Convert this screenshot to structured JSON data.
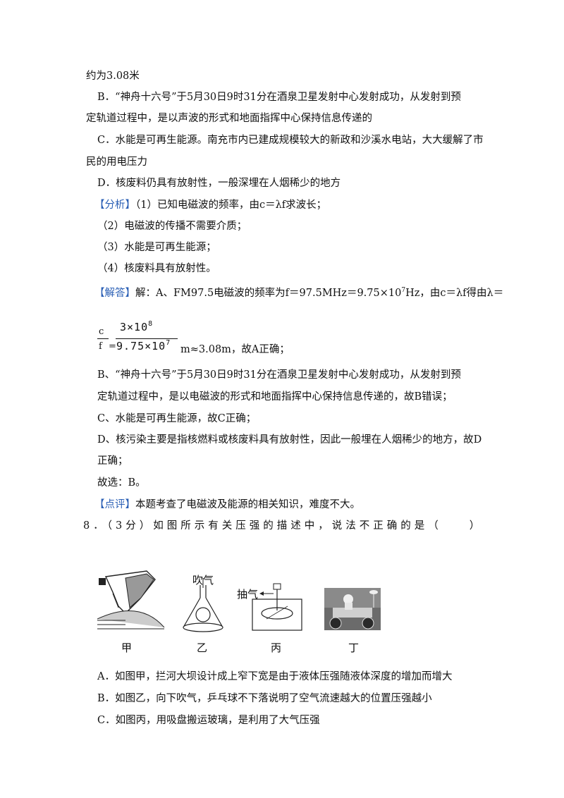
{
  "lines": {
    "l1": "约为3.08米",
    "l2": "B．“神舟十六号”于5月30日9时31分在酒泉卫星发射中心发射成功，从发射到预",
    "l3": "定轨道过程中，是以声波的形式和地面指挥中心保持信息传递的",
    "l4": "C．水能是可再生能源。南充市内已建成规模较大的新政和沙溪水电站，大大缓解了市",
    "l5": "民的用电压力",
    "l6": "D．核废料仍具有放射性，一般深埋在人烟稀少的地方",
    "analysis_tag": "【分析】",
    "l7": "（1）已知电磁波的频率，由c＝λf求波长；",
    "l8": "（2）电磁波的传播不需要介质；",
    "l9": "（3）水能是可再生能源；",
    "l10": "（4）核废料具有放射性。",
    "answer_tag": "【解答】",
    "l11_a": "解：A、FM97.5电磁波的频率为f＝97.5MHz＝9.75×10",
    "l11_sup": "7",
    "l11_b": "Hz，由c＝λf得由λ＝",
    "l13": "m≈3.08m，故A正确；",
    "l14": "B、“神舟十六号”于5月30日9时31分在酒泉卫星发射中心发射成功，从发射到预",
    "l15": "定轨道过程中，是以电磁波的形式和地面指挥中心保持信息传递的，故B错误；",
    "l16": "C、水能是可再生能源，故C正确；",
    "l17": "D、核污染主要是指核燃料或核废料具有放射性，因此一般埋在人烟稀少的地方，故D",
    "l18": "正确；",
    "l19": "故选：B。",
    "comment_tag": "【点评】",
    "l20": "本题考查了电磁波及能源的相关知识，难度不大。",
    "q8": "8．（3分）如图所示有关压强的描述中，说法不正确的是（　　）",
    "optA": "A．如图甲，拦河大坝设计成上窄下宽是由于液体压强随液体深度的增加而增大",
    "optB": "B．如图乙，向下吹气，乒乓球不下落说明了空气流速越大的位置压强越小",
    "optC": "C．如图丙，用吸盘搬运玻璃，是利用了大气压强"
  },
  "formula": {
    "c": "c",
    "f": "f",
    "eq": "=",
    "num_base": "3×10",
    "num_exp": "8",
    "den_base": "9.75×10",
    "den_exp": "7"
  },
  "figures": {
    "jia": "甲",
    "yi": "乙",
    "bing": "丙",
    "ding": "丁",
    "blow": "吹气",
    "pump": "抽气"
  },
  "colors": {
    "tag": "#2a5fb5",
    "text": "#111111"
  }
}
